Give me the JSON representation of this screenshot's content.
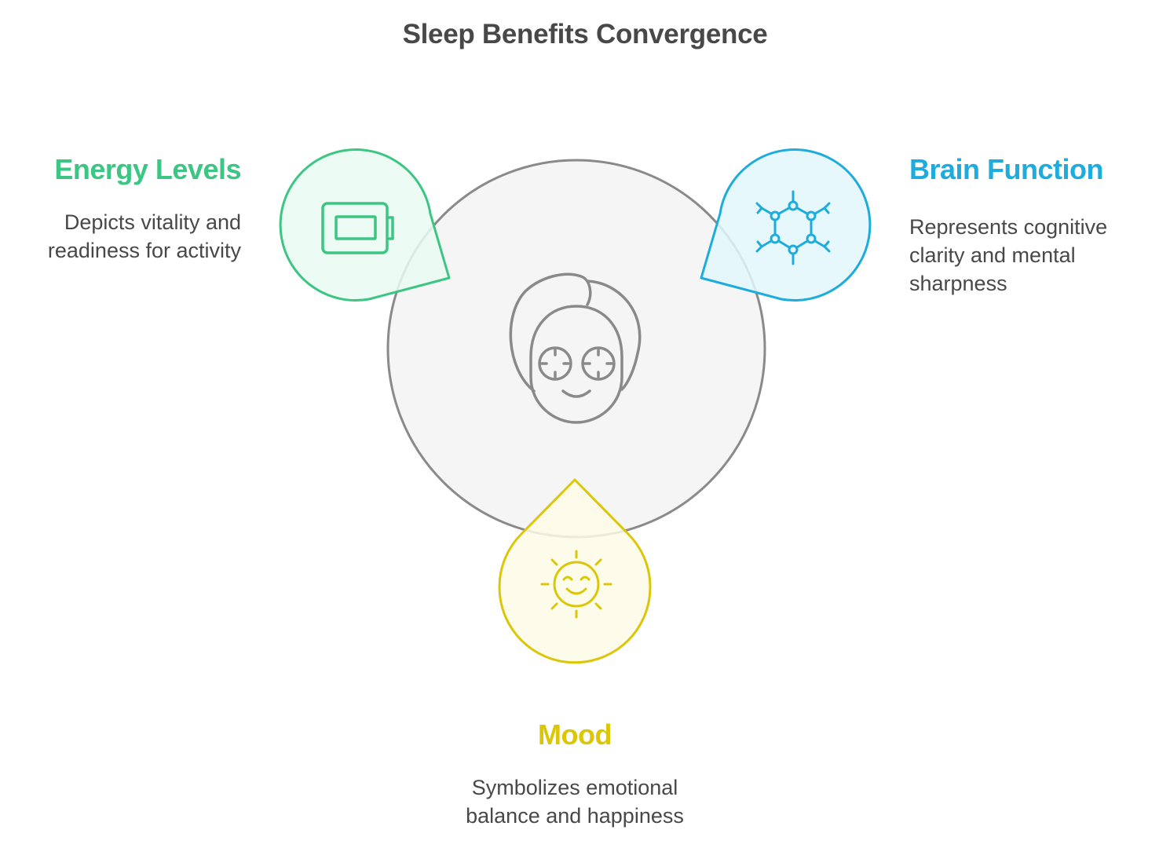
{
  "title": "Sleep Benefits Convergence",
  "center": {
    "icon": "face-mask-relax-icon",
    "stroke_color": "#8a8a8a",
    "fill_color": "#f5f5f5"
  },
  "nodes": [
    {
      "id": "energy",
      "title": "Energy Levels",
      "description": [
        "Depicts vitality and",
        "readiness for activity"
      ],
      "icon": "battery-icon",
      "color": "#3cc583",
      "fill": "#e9faf1",
      "position": "top-left"
    },
    {
      "id": "brain",
      "title": "Brain Function",
      "description": [
        "Represents cognitive",
        "clarity and mental",
        "sharpness"
      ],
      "icon": "molecule-icon",
      "color": "#1dacdc",
      "fill": "#e3f7fd",
      "position": "top-right"
    },
    {
      "id": "mood",
      "title": "Mood",
      "description": [
        "Symbolizes emotional",
        "balance and happiness"
      ],
      "icon": "smiling-sun-icon",
      "color": "#dbc60a",
      "fill": "#fdfbe6",
      "position": "bottom"
    }
  ]
}
